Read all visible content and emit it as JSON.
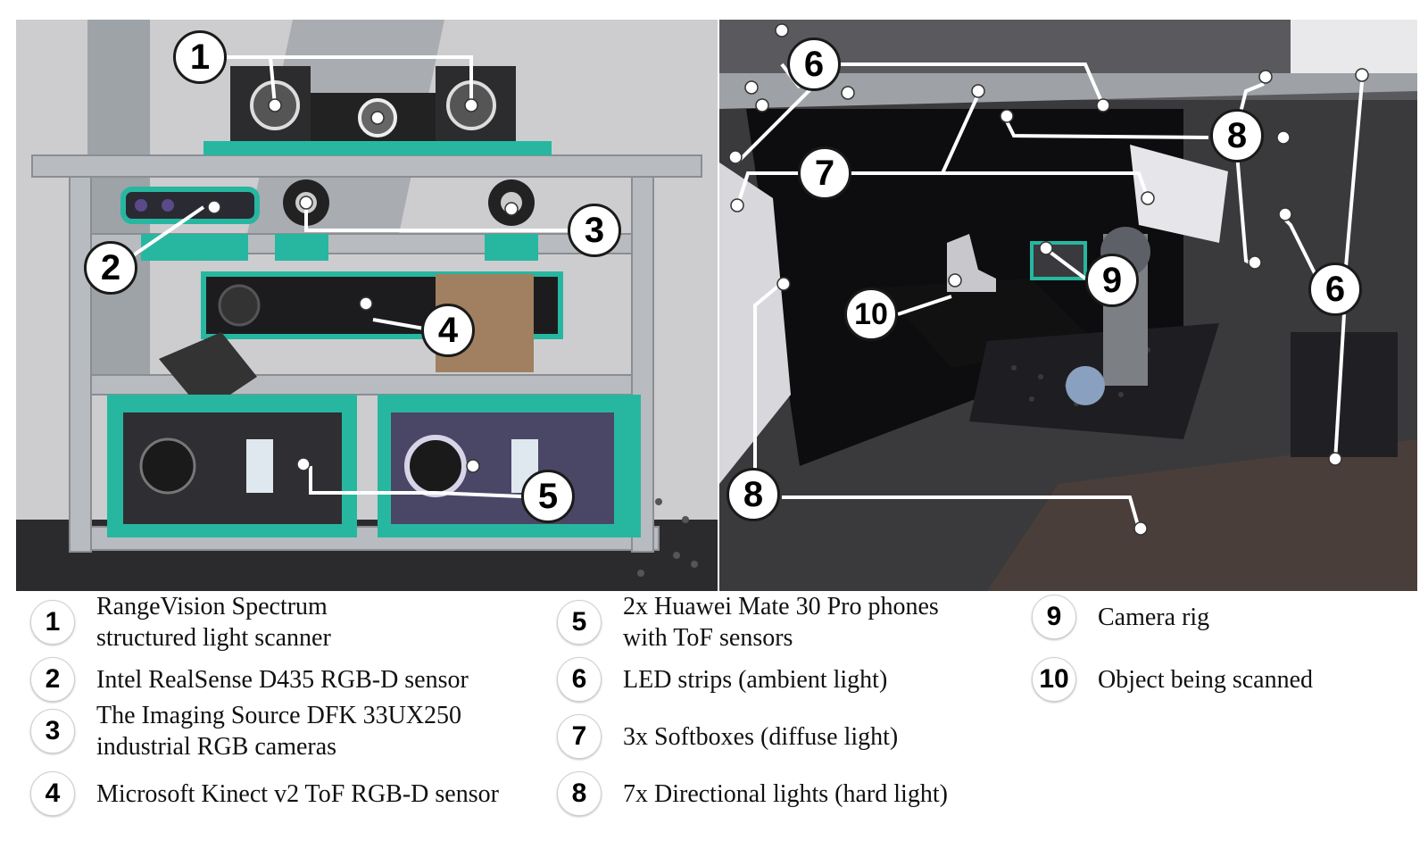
{
  "callouts_left": [
    "1",
    "2",
    "3",
    "4",
    "5"
  ],
  "callouts_right": [
    "6",
    "7",
    "8",
    "6",
    "9",
    "10",
    "8"
  ],
  "legend": [
    {
      "num": "1",
      "lines": [
        "RangeVision Spectrum",
        "structured light scanner"
      ]
    },
    {
      "num": "2",
      "lines": [
        "Intel RealSense D435 RGB-D sensor"
      ]
    },
    {
      "num": "3",
      "lines": [
        "The Imaging Source DFK 33UX250",
        "industrial RGB cameras"
      ]
    },
    {
      "num": "4",
      "lines": [
        "Microsoft Kinect v2 ToF RGB-D sensor"
      ]
    },
    {
      "num": "5",
      "lines": [
        "2x Huawei Mate 30 Pro phones",
        "with ToF sensors"
      ]
    },
    {
      "num": "6",
      "lines": [
        "LED strips (ambient light)"
      ]
    },
    {
      "num": "7",
      "lines": [
        "3x Softboxes (diffuse light)"
      ]
    },
    {
      "num": "8",
      "lines": [
        "7x Directional lights (hard light)"
      ]
    },
    {
      "num": "9",
      "lines": [
        "Camera rig"
      ]
    },
    {
      "num": "10",
      "lines": [
        "Object being scanned"
      ]
    }
  ],
  "colors": {
    "teal": "#27b7a0",
    "aluminum": "#b8bcc0",
    "dark": "#1c1c1e"
  }
}
